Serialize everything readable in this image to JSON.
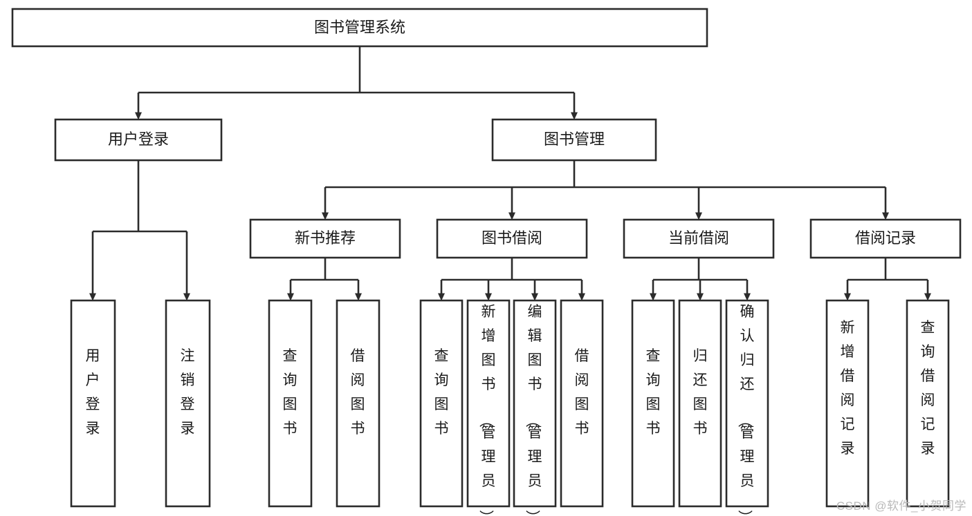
{
  "diagram": {
    "type": "tree-hierarchy",
    "title": "图书管理系统",
    "watermark": "CSDN @软件_小贺同学",
    "colors": {
      "box_fill": "#ffffff",
      "box_stroke": "#2b2b2b",
      "text": "#1a1a1a",
      "watermark": "#b9b9b9",
      "background": "#ffffff"
    },
    "levels": {
      "root": {
        "label": "图书管理系统"
      },
      "level1": [
        {
          "id": "user-login",
          "label": "用户登录"
        },
        {
          "id": "book-management",
          "label": "图书管理"
        }
      ],
      "level2": [
        {
          "id": "new-book-recommend",
          "label": "新书推荐",
          "parent": "book-management"
        },
        {
          "id": "book-borrow",
          "label": "图书借阅",
          "parent": "book-management"
        },
        {
          "id": "current-borrow",
          "label": "当前借阅",
          "parent": "book-management"
        },
        {
          "id": "borrow-record",
          "label": "借阅记录",
          "parent": "book-management"
        }
      ],
      "leaves": [
        {
          "id": "leaf-user-login",
          "label": "用户登录",
          "parent": "user-login"
        },
        {
          "id": "leaf-logout-login",
          "label": "注销登录",
          "parent": "user-login"
        },
        {
          "id": "leaf-query-book-1",
          "label": "查询图书",
          "parent": "new-book-recommend"
        },
        {
          "id": "leaf-borrow-book-1",
          "label": "借阅图书",
          "parent": "new-book-recommend"
        },
        {
          "id": "leaf-query-book-2",
          "label": "查询图书",
          "parent": "book-borrow"
        },
        {
          "id": "leaf-add-book",
          "label": "新增图书（管理员）",
          "parent": "book-borrow"
        },
        {
          "id": "leaf-edit-book",
          "label": "编辑图书（管理员）",
          "parent": "book-borrow"
        },
        {
          "id": "leaf-borrow-book-2",
          "label": "借阅图书",
          "parent": "book-borrow"
        },
        {
          "id": "leaf-query-book-3",
          "label": "查询图书",
          "parent": "current-borrow"
        },
        {
          "id": "leaf-return-book",
          "label": "归还图书",
          "parent": "current-borrow"
        },
        {
          "id": "leaf-confirm-return",
          "label": "确认归还（管理员）",
          "parent": "current-borrow"
        },
        {
          "id": "leaf-add-record",
          "label": "新增借阅记录",
          "parent": "borrow-record"
        },
        {
          "id": "leaf-query-record",
          "label": "查询借阅记录",
          "parent": "borrow-record"
        }
      ]
    }
  }
}
